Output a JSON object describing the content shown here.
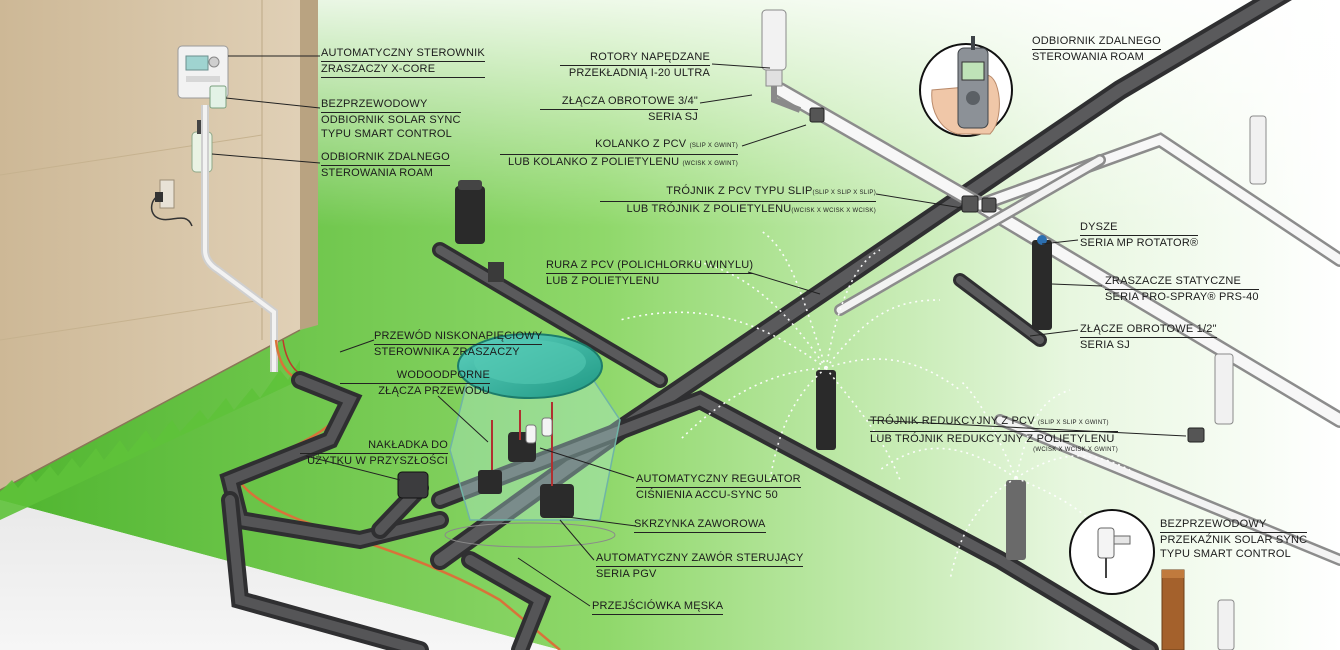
{
  "labels": {
    "xcore": [
      "AUTOMATYCZNY STEROWNIK",
      "ZRASZACZY X-CORE"
    ],
    "solar_receiver": [
      "BEZPRZEWODOWY",
      "ODBIORNIK SOLAR SYNC",
      "TYPU SMART CONTROL"
    ],
    "roam_receiver": [
      "ODBIORNIK ZDALNEGO",
      "STEROWANIA ROAM"
    ],
    "roam_remote": [
      "ODBIORNIK ZDALNEGO",
      "STEROWANIA ROAM"
    ],
    "rotors": [
      "ROTORY NAPĘDZANE",
      "PRZEKŁADNIĄ I-20 ULTRA"
    ],
    "swing_joints_34": [
      "ZŁĄCZA OBROTOWE 3/4\"",
      "SERIA SJ"
    ],
    "elbow": {
      "line1": "KOLANKO Z PCV",
      "line1_small": "(SLIP X GWINT)",
      "line2": "LUB KOLANKO Z POLIETYLENU",
      "line2_small": "(WCISK X GWINT)"
    },
    "tee": {
      "line1": "TRÓJNIK Z PCV TYPU SLIP",
      "line1_small": "(SLIP X SLIP X SLIP)",
      "line2": "LUB TRÓJNIK Z POLIETYLENU",
      "line2_small": "(WCISK X WCISK X WCISK)"
    },
    "nozzles": [
      "DYSZE",
      "SERIA MP ROTATOR®"
    ],
    "pipe": [
      "RURA Z PCV (POLICHLORKU WINYLU)",
      "LUB Z POLIETYLENU"
    ],
    "spray": [
      "ZRASZACZE STATYCZNE",
      "SERIA PRO-SPRAY® PRS-40"
    ],
    "swing_joint_12": [
      "ZŁĄCZE OBROTOWE 1/2\"",
      "SERIA SJ"
    ],
    "wire": [
      "PRZEWÓD NISKONAPIĘCIOWY",
      "STEROWNIKA ZRASZACZY"
    ],
    "connectors": [
      "WODOODPORNE",
      "ZŁĄCZA PRZEWODU"
    ],
    "cap": [
      "NAKŁADKA DO",
      "UŻYTKU W PRZYSZŁOŚCI"
    ],
    "reducing_tee": {
      "line1": "TRÓJNIK REDUKCYJNY Z PCV",
      "line1_small": "(SLIP X SLIP X GWINT)",
      "line2": "LUB TRÓJNIK REDUKCYJNY Z POLIETYLENU",
      "line3_small": "(WCISK X WCISK X GWINT)"
    },
    "regulator": [
      "AUTOMATYCZNY REGULATOR",
      "CIŚNIENIA ACCU-SYNC 50"
    ],
    "valve_box": [
      "SKRZYNKA ZAWOROWA"
    ],
    "valve": [
      "AUTOMATYCZNY ZAWÓR STERUJĄCY",
      "SERIA PGV"
    ],
    "adapter": [
      "PRZEJŚCIÓWKA MĘSKA"
    ],
    "solar_relay": [
      "BEZPRZEWODOWY",
      "PRZEKAŹNIK SOLAR SYNC",
      "TYPU SMART CONTROL"
    ]
  },
  "colors": {
    "wall": "#d9c5a8",
    "lawn": "#5ec23a",
    "pipe": "#4a4a4c",
    "valve_box_lid": "#3bb5a0",
    "wire": "#d8733a",
    "leader": "#222222"
  },
  "icons": [
    "controller-icon",
    "remote-icon",
    "rotor-icon",
    "spray-head-icon",
    "valve-icon",
    "sensor-icon"
  ]
}
